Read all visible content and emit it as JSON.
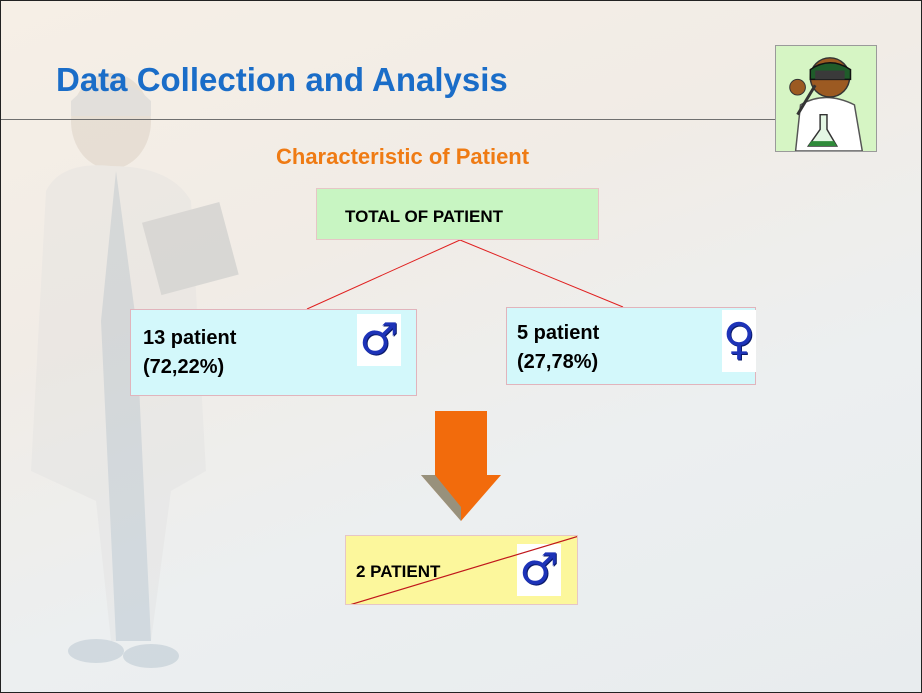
{
  "slide": {
    "title": "Data Collection and Analysis",
    "subtitle": "Characteristic of Patient"
  },
  "diagram": {
    "total_label": "TOTAL OF PATIENT",
    "male": {
      "count": "13 patient",
      "percent": "(72,22%)",
      "symbol": "♂",
      "icon": "male-symbol-icon"
    },
    "female": {
      "count": "5 patient",
      "percent": "(27,78%)",
      "symbol": "♀",
      "icon": "female-symbol-icon"
    },
    "result": {
      "label": "2 PATIENT",
      "symbol": "♂",
      "icon": "male-symbol-icon"
    }
  },
  "colors": {
    "title": "#1a6dc8",
    "subtitle": "#ef7b14",
    "total_box": "#c8f5c2",
    "gender_box": "#d3f8fb",
    "result_box": "#fcf79c",
    "arrow": "#f26b0c",
    "connector": "#e02020",
    "gender_symbol": "#1d33b8"
  },
  "icons": [
    "scientist-clipart-icon",
    "down-arrow-icon",
    "doctor-background-image"
  ]
}
